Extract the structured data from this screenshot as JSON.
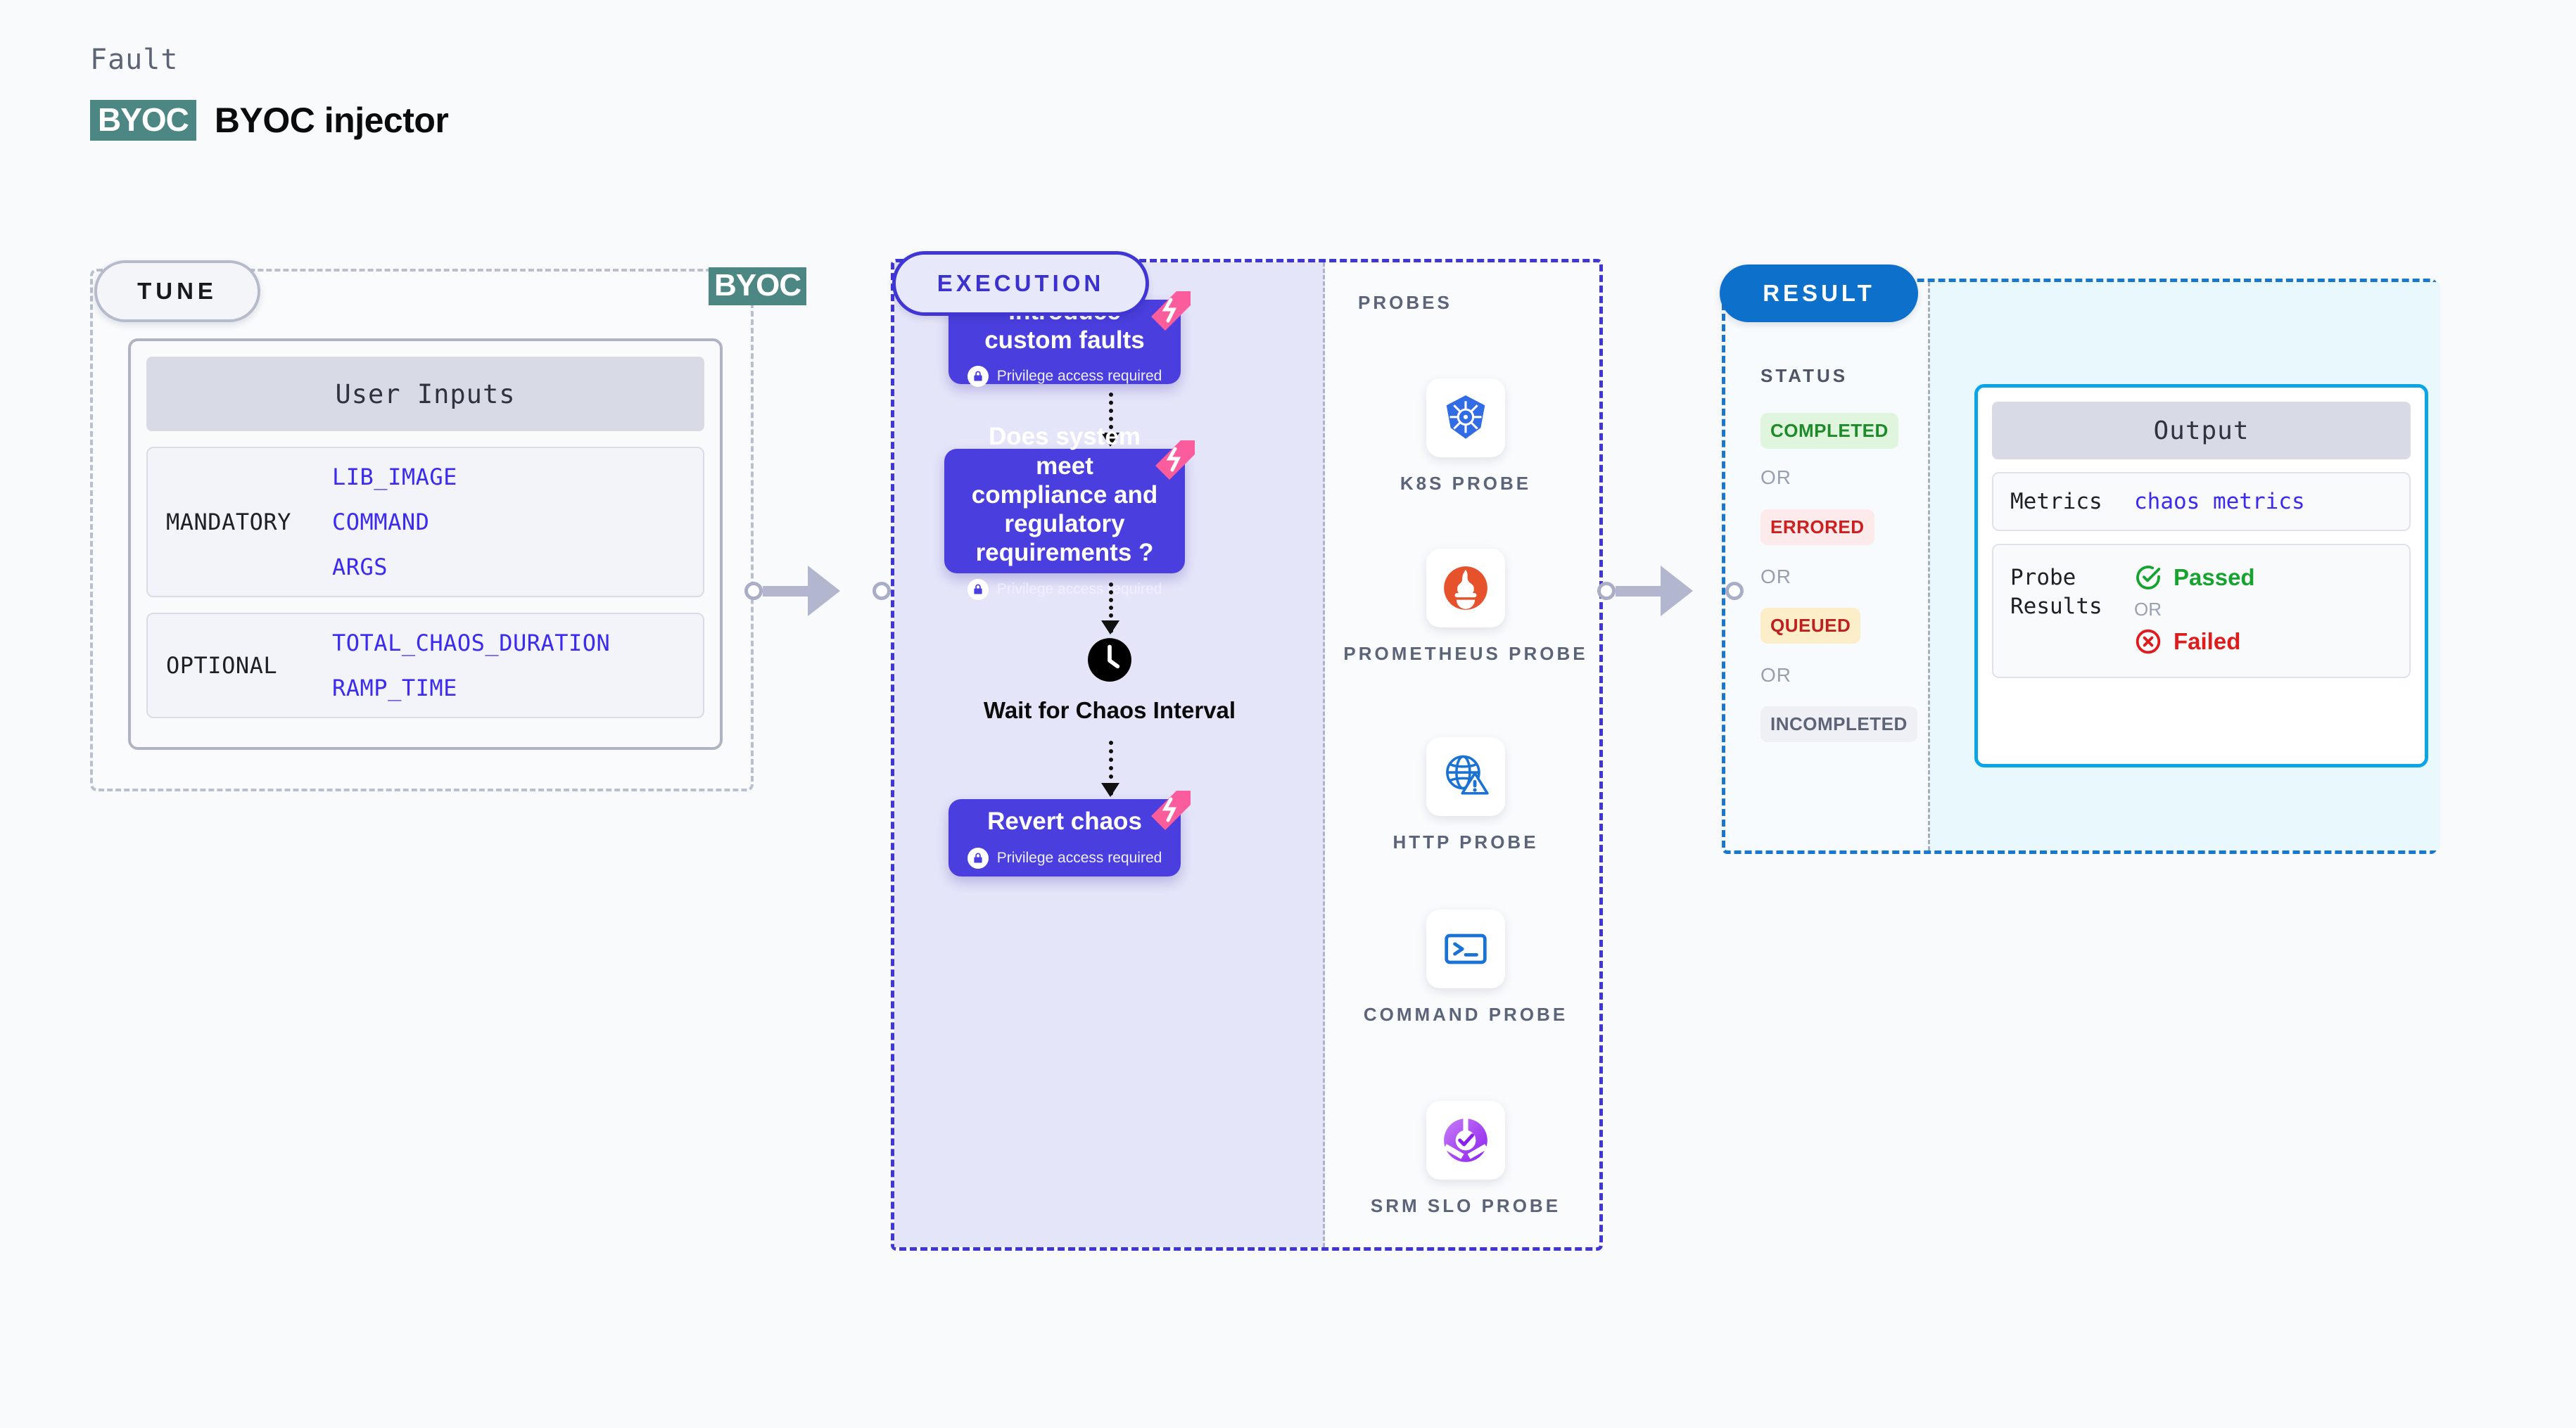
{
  "header": {
    "eyebrow": "Fault",
    "badge": "BYOC",
    "title": "BYOC injector",
    "badge_color": "#4d8784"
  },
  "tune": {
    "pill_label": "TUNE",
    "edge_badge": "BYOC",
    "card_header": "User Inputs",
    "groups": [
      {
        "label": "MANDATORY",
        "params": [
          "LIB_IMAGE",
          "COMMAND",
          "ARGS"
        ]
      },
      {
        "label": "OPTIONAL",
        "params": [
          "TOTAL_CHAOS_DURATION",
          "RAMP_TIME"
        ]
      }
    ],
    "param_color": "#3b2bf0"
  },
  "execution": {
    "pill_label": "EXECUTION",
    "accent_color": "#4036d6",
    "card_color": "#4a3ede",
    "privilege_note": "Privilege access required",
    "steps": [
      {
        "type": "card",
        "title": "Introduce custom faults",
        "note": "Privilege access required",
        "fault_badge": true
      },
      {
        "type": "card",
        "title": "Does system meet compliance and regulatory requirements ?",
        "note": "Privilege access required",
        "fault_badge": true
      },
      {
        "type": "wait",
        "title": "Wait for Chaos Interval",
        "icon": "clock-icon"
      },
      {
        "type": "card",
        "title": "Revert chaos",
        "note": "Privilege access required",
        "fault_badge": true
      }
    ]
  },
  "probes": {
    "section_label": "PROBES",
    "items": [
      {
        "name": "K8S PROBE",
        "icon": "kubernetes-icon"
      },
      {
        "name": "PROMETHEUS PROBE",
        "icon": "prometheus-icon"
      },
      {
        "name": "HTTP PROBE",
        "icon": "http-globe-icon"
      },
      {
        "name": "COMMAND PROBE",
        "icon": "terminal-icon"
      },
      {
        "name": "SRM SLO PROBE",
        "icon": "srm-slo-icon"
      }
    ]
  },
  "result": {
    "pill_label": "RESULT",
    "pill_color": "#0d71cc",
    "status_label": "STATUS",
    "or_label": "OR",
    "statuses": [
      {
        "label": "COMPLETED",
        "text_color": "#1e8a2a",
        "bg_color": "#dff5de"
      },
      {
        "label": "ERRORED",
        "text_color": "#cc2020",
        "bg_color": "#fdeaea"
      },
      {
        "label": "QUEUED",
        "text_color": "#c01f1f",
        "bg_color": "#fdeeca"
      },
      {
        "label": "INCOMPLETED",
        "text_color": "#5d6477",
        "bg_color": "#eef0f5"
      }
    ],
    "output": {
      "header": "Output",
      "border_color": "#09a5e6",
      "metrics_label": "Metrics",
      "metrics_value": "chaos metrics",
      "probe_results_label": "Probe Results",
      "passed_label": "Passed",
      "passed_color": "#16a32e",
      "or_label": "OR",
      "failed_label": "Failed",
      "failed_color": "#e01b1b"
    }
  }
}
